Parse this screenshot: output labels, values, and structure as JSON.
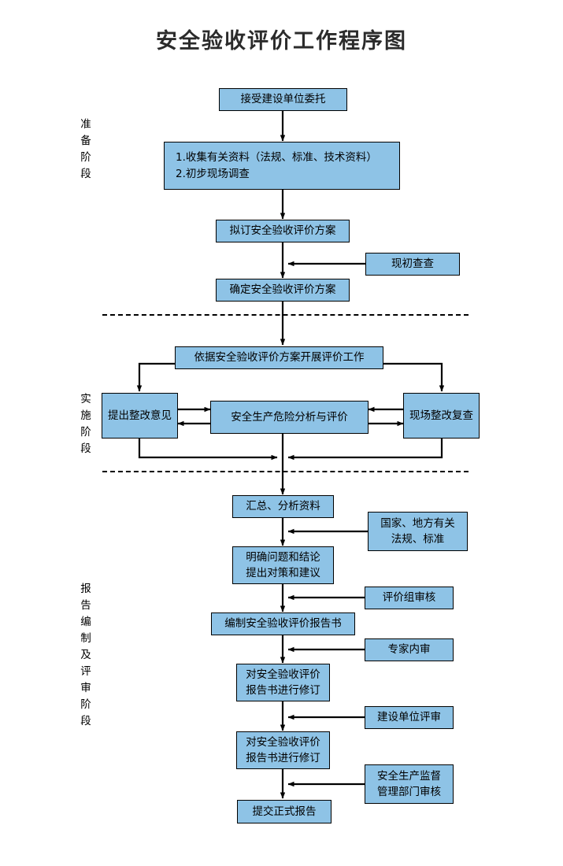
{
  "title": "安全验收评价工作程序图",
  "colors": {
    "node_fill": "#8EC3E6",
    "node_border": "#000000",
    "line": "#000000",
    "background": "#ffffff",
    "title_color": "#2b2b2b"
  },
  "stages": [
    {
      "id": "prep",
      "label": "准备阶段",
      "chars": [
        "准",
        "备",
        "阶",
        "段"
      ]
    },
    {
      "id": "impl",
      "label": "实施阶段",
      "chars": [
        "实",
        "施",
        "阶",
        "段"
      ]
    },
    {
      "id": "report",
      "label": "报告编制及评审阶段",
      "chars": [
        "报",
        "告",
        "编",
        "制",
        "及",
        "评",
        "审",
        "阶",
        "段"
      ]
    }
  ],
  "nodes": {
    "accept_commission": {
      "lines": [
        "接受建设单位委托"
      ]
    },
    "collect_data": {
      "lines": [
        "1.收集有关资料（法规、标准、技术资料）",
        "2.初步现场调查"
      ]
    },
    "draft_plan": {
      "lines": [
        "拟订安全验收评价方案"
      ]
    },
    "site_initial_check": {
      "lines": [
        "现初查查"
      ]
    },
    "confirm_plan": {
      "lines": [
        "确定安全验收评价方案"
      ]
    },
    "carry_out_eval": {
      "lines": [
        "依据安全验收评价方案开展评价工作"
      ]
    },
    "rectify_opinion": {
      "lines": [
        "提出整改意见"
      ]
    },
    "hazard_analysis": {
      "lines": [
        "安全生产危险分析与评价"
      ]
    },
    "site_recheck": {
      "lines": [
        "现场整改复查"
      ]
    },
    "summarize_data": {
      "lines": [
        "汇总、分析资料"
      ]
    },
    "laws_standards": {
      "lines": [
        "国家、地方有关",
        "法规、标准"
      ]
    },
    "clarify_conclusion": {
      "lines": [
        "明确问题和结论",
        "提出对策和建议"
      ]
    },
    "group_review": {
      "lines": [
        "评价组审核"
      ]
    },
    "compile_report": {
      "lines": [
        "编制安全验收评价报告书"
      ]
    },
    "expert_review": {
      "lines": [
        "专家内审"
      ]
    },
    "revise_report_1": {
      "lines": [
        "对安全验收评价",
        "报告书进行修订"
      ]
    },
    "owner_review": {
      "lines": [
        "建设单位评审"
      ]
    },
    "revise_report_2": {
      "lines": [
        "对安全验收评价",
        "报告书进行修订"
      ]
    },
    "supervision_review": {
      "lines": [
        "安全生产监督",
        "管理部门审核"
      ]
    },
    "submit_report": {
      "lines": [
        "提交正式报告"
      ]
    }
  }
}
